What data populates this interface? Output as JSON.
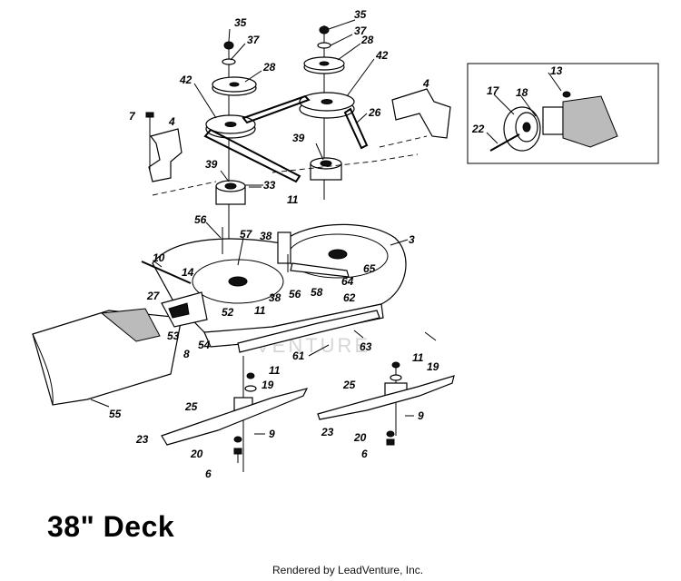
{
  "title": "38\" Deck",
  "credit": "Rendered by LeadVenture, Inc.",
  "watermark": "VENTURE",
  "callouts": [
    "35",
    "37",
    "28",
    "42",
    "35",
    "37",
    "28",
    "42",
    "7",
    "4",
    "4",
    "26",
    "13",
    "17",
    "18",
    "22",
    "39",
    "33",
    "39",
    "11",
    "56",
    "57",
    "38",
    "3",
    "10",
    "14",
    "27",
    "53",
    "8",
    "54",
    "52",
    "11",
    "38",
    "56",
    "58",
    "62",
    "64",
    "65",
    "61",
    "63",
    "11",
    "19",
    "25",
    "23",
    "20",
    "6",
    "9",
    "11",
    "19",
    "25",
    "23",
    "20",
    "6",
    "9",
    "55"
  ]
}
